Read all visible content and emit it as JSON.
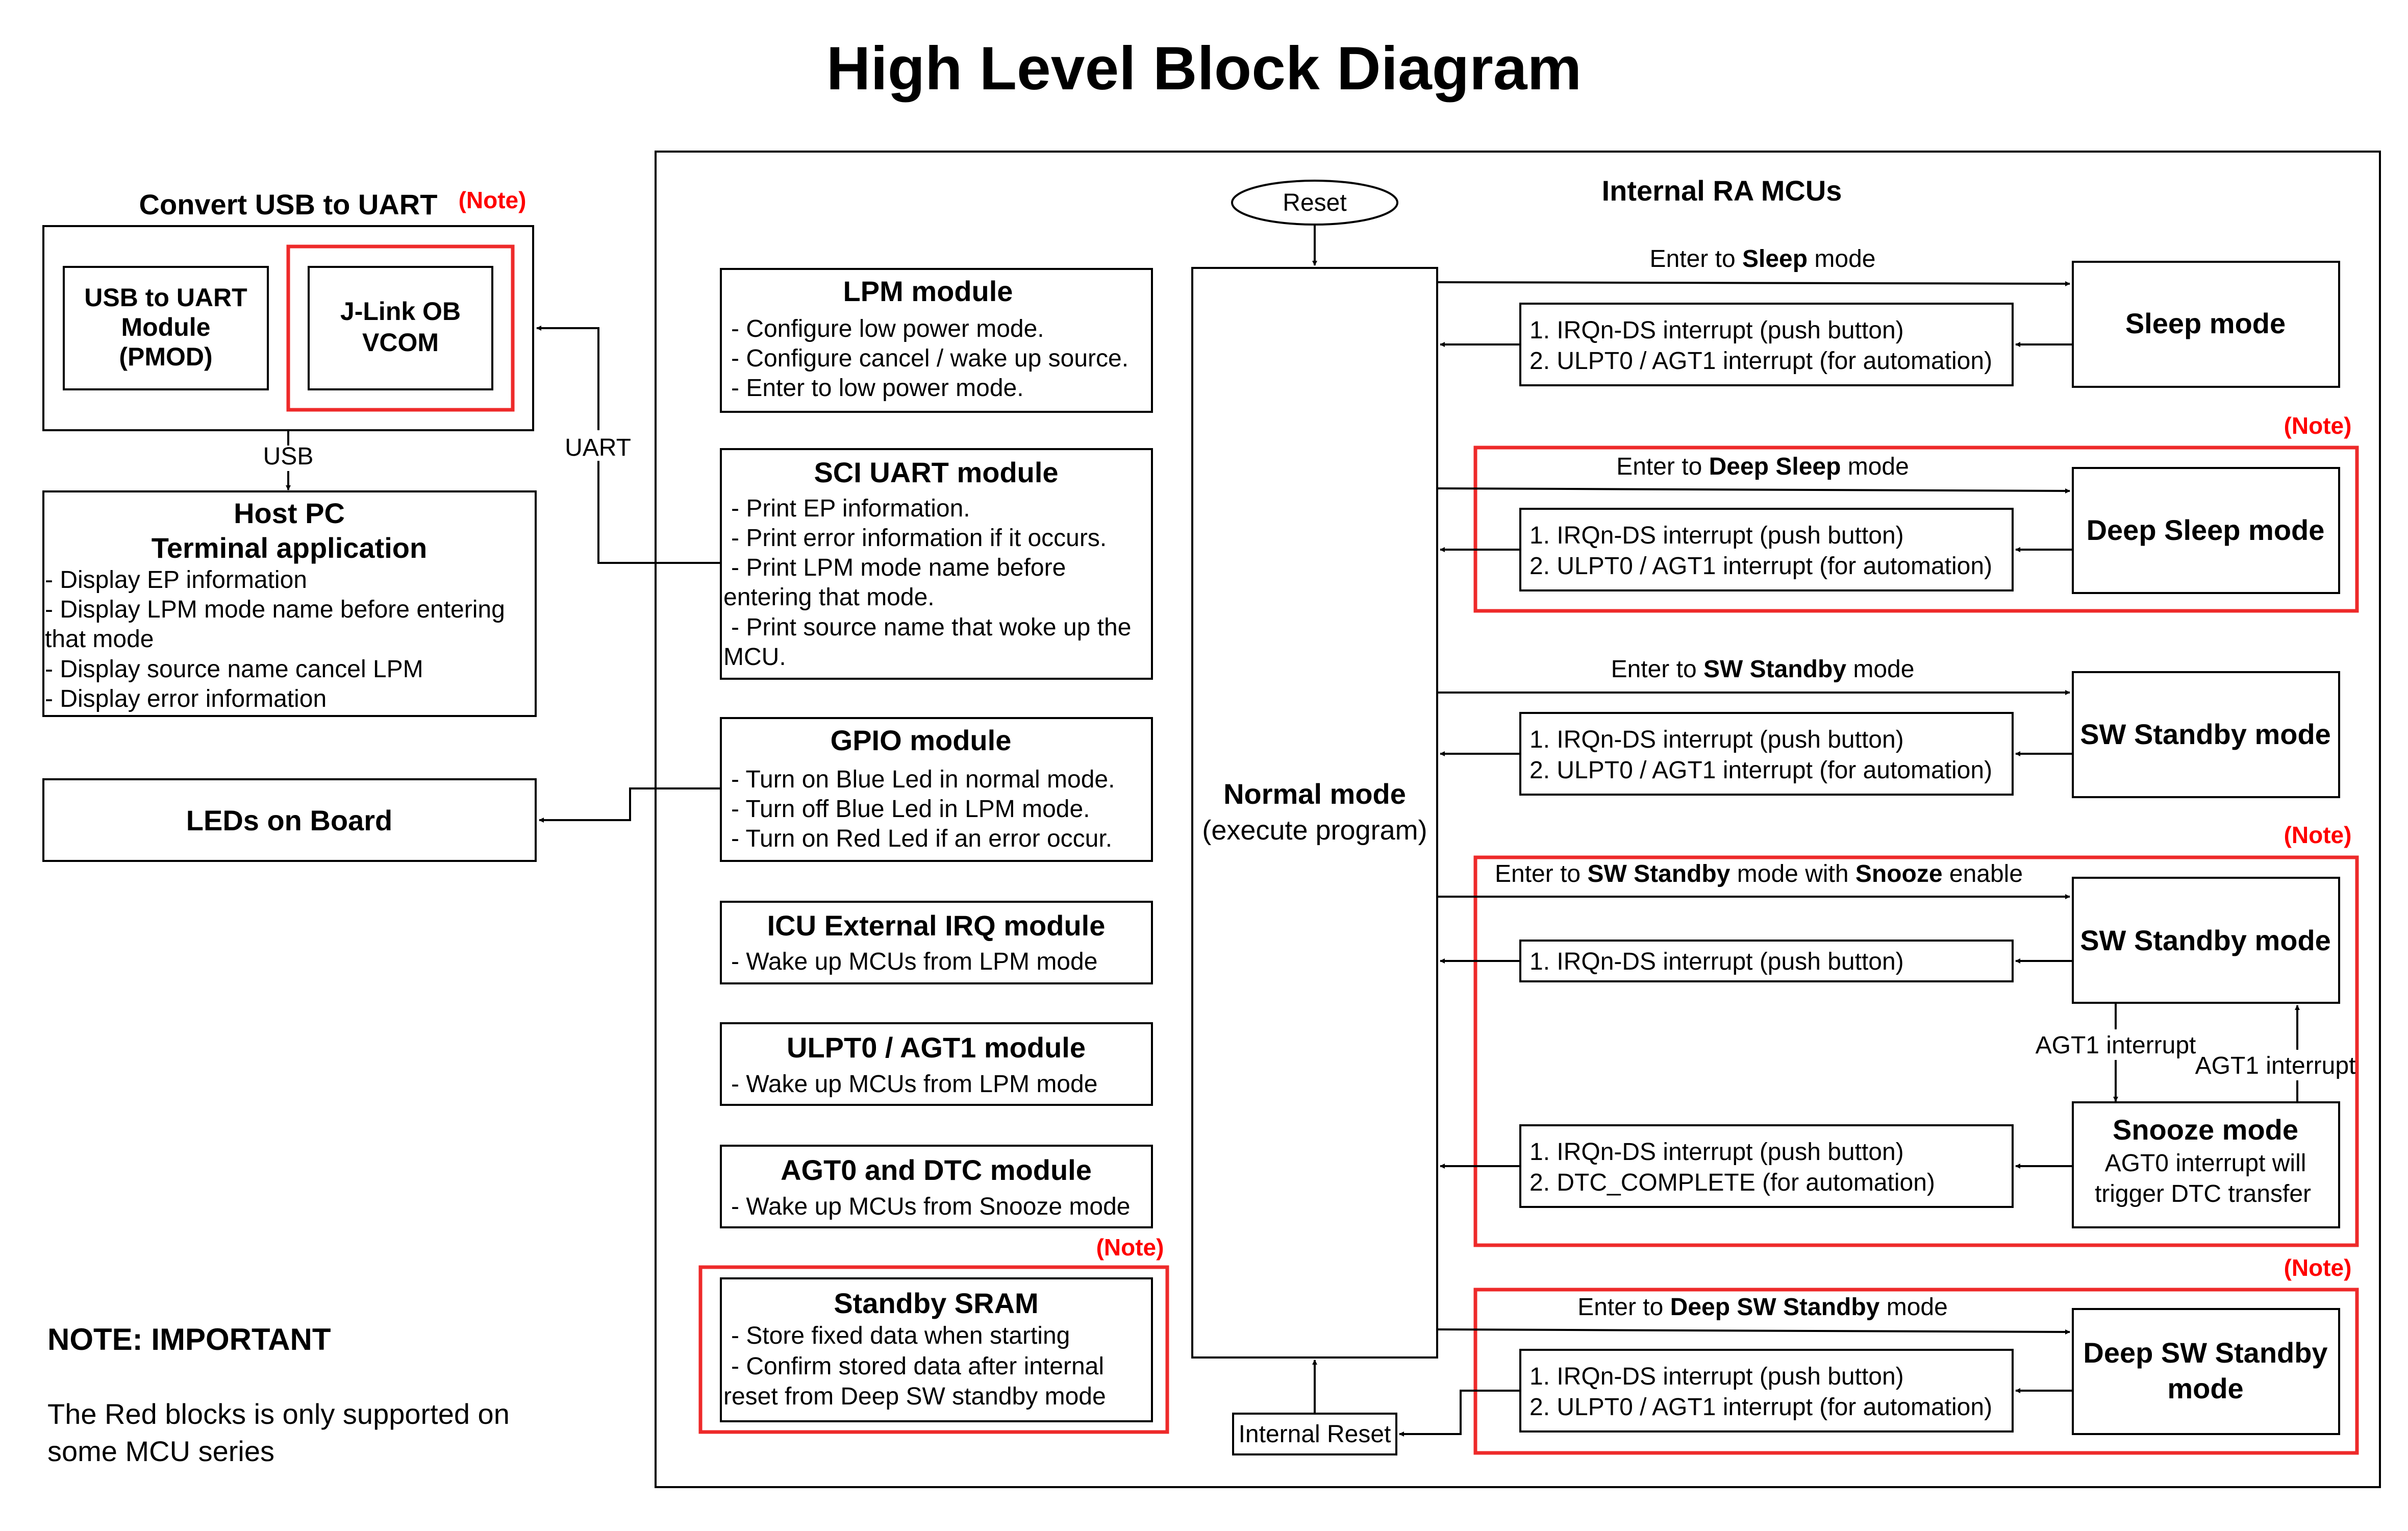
{
  "title": "High Level Block Diagram",
  "note_tag": "(Note)",
  "usb_uart": {
    "heading": "Convert USB to UART",
    "left_module": [
      "USB to UART",
      "Module",
      "(PMOD)"
    ],
    "right_module": [
      "J-Link OB",
      "VCOM"
    ]
  },
  "labels": {
    "usb": "USB",
    "uart": "UART"
  },
  "host_pc": {
    "title_lines": [
      "Host PC",
      "Terminal application"
    ],
    "lines": [
      "- Display EP information",
      "- Display LPM mode name before entering",
      "that mode",
      "- Display source name cancel LPM",
      "- Display error information"
    ]
  },
  "leds": {
    "label": "LEDs on Board"
  },
  "important": {
    "heading": "NOTE: IMPORTANT",
    "lines": [
      "The Red blocks is only supported on",
      "some MCU series"
    ]
  },
  "mcu": {
    "label": "Internal RA MCUs",
    "reset": "Reset",
    "internal_reset": "Internal Reset",
    "normal": [
      "Normal mode",
      "(execute program)"
    ]
  },
  "modules": [
    {
      "title": "LPM module",
      "lines": [
        "- Configure low power mode.",
        "- Configure cancel / wake up source.",
        "- Enter to low power mode."
      ]
    },
    {
      "title": "SCI UART module",
      "lines": [
        "- Print EP information.",
        "- Print error information if it occurs.",
        "- Print LPM mode name before",
        "entering that mode.",
        "- Print source name that woke up the",
        "MCU."
      ]
    },
    {
      "title": "GPIO module",
      "lines": [
        "- Turn on Blue Led in normal mode.",
        "- Turn off Blue Led in LPM mode.",
        "- Turn on Red Led if an error occur."
      ]
    },
    {
      "title": "ICU External IRQ module",
      "lines": [
        "- Wake up MCUs from LPM mode"
      ]
    },
    {
      "title": "ULPT0 / AGT1 module",
      "lines": [
        "- Wake up MCUs from LPM mode"
      ]
    },
    {
      "title": "AGT0 and DTC module",
      "lines": [
        "- Wake up MCUs from Snooze mode"
      ]
    },
    {
      "title": "Standby SRAM",
      "lines": [
        "- Store fixed data when starting",
        "- Confirm stored data after internal",
        "reset from Deep SW standby mode"
      ]
    }
  ],
  "modes": [
    {
      "enter": [
        "Enter to ",
        "Sleep",
        " mode"
      ],
      "mode": [
        "Sleep mode"
      ],
      "wake": [
        "1. IRQn-DS interrupt (push button)",
        "2. ULPT0 / AGT1 interrupt (for automation)"
      ]
    },
    {
      "enter": [
        "Enter to ",
        "Deep Sleep",
        " mode"
      ],
      "mode": [
        "Deep Sleep mode"
      ],
      "wake": [
        "1. IRQn-DS interrupt (push button)",
        "2. ULPT0 / AGT1 interrupt (for automation)"
      ]
    },
    {
      "enter": [
        "Enter to ",
        "SW Standby",
        " mode"
      ],
      "mode": [
        "SW Standby mode"
      ],
      "wake": [
        "1. IRQn-DS interrupt (push button)",
        "2. ULPT0 / AGT1 interrupt (for automation)"
      ]
    },
    {
      "enter": [
        "Enter to ",
        "SW Standby",
        " mode with ",
        "Snooze",
        " enable"
      ],
      "mode": [
        "SW Standby mode"
      ],
      "wake": [
        "1. IRQn-DS interrupt (push button)"
      ]
    },
    {
      "mode": [
        "Snooze mode",
        "AGT0 interrupt will",
        "trigger DTC transfer"
      ],
      "wake": [
        "1. IRQn-DS interrupt (push button)",
        "2. DTC_COMPLETE (for automation)"
      ],
      "agt1_down": "AGT1 interrupt",
      "agt1_up": "AGT1 interrupt"
    },
    {
      "enter": [
        "Enter to ",
        "Deep SW Standby",
        " mode"
      ],
      "mode": [
        "Deep SW Standby",
        "mode"
      ],
      "wake": [
        "1. IRQn-DS interrupt (push button)",
        "2. ULPT0 / AGT1 interrupt (for automation)"
      ]
    }
  ],
  "colors": {
    "red": "#ee2a2a",
    "note_text": "#ff0000",
    "line": "#000000"
  }
}
